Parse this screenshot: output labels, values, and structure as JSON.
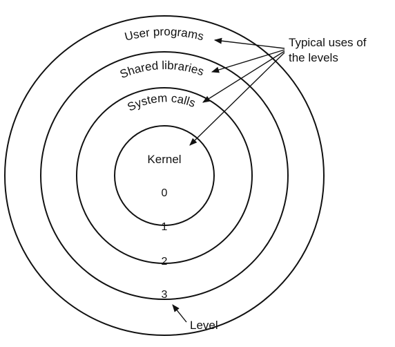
{
  "diagram": {
    "rings": [
      {
        "label": "User programs",
        "level": "3"
      },
      {
        "label": "Shared libraries",
        "level": "2"
      },
      {
        "label": "System calls",
        "level": "1"
      },
      {
        "label": "Kernel",
        "level": "0"
      }
    ],
    "callout": {
      "line1": "Typical uses of",
      "line2": "the levels"
    },
    "level_callout": "Level"
  }
}
